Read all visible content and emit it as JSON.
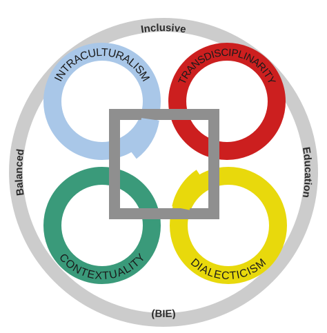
{
  "outer_ring": {
    "labels": {
      "top": "Inclusive",
      "right": "Education",
      "bottom": "(BIE)",
      "left": "Balanced"
    },
    "color": "#cccccc"
  },
  "center_square": {
    "color": "#8f8f8f"
  },
  "rings": [
    {
      "label": "INTRACULTURALISM",
      "color": "#a9c7e8",
      "position": "top-left"
    },
    {
      "label": "TRANSDISCIPLINARITY",
      "color": "#cc1f1f",
      "position": "top-right"
    },
    {
      "label": "CONTEXTUALITY",
      "color": "#3a9a7a",
      "position": "bottom-left"
    },
    {
      "label": "DIALECTICISM",
      "color": "#e8d90c",
      "position": "bottom-right"
    }
  ]
}
